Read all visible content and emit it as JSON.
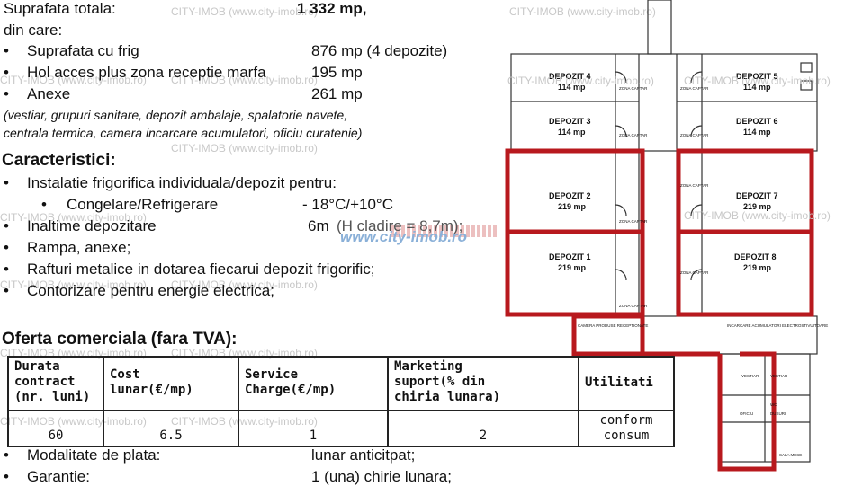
{
  "summary": {
    "total_label": "Suprafata totala:",
    "total_value": "1 332 mp,",
    "din_care": "din care:",
    "items": [
      {
        "label": "Suprafata cu frig",
        "value": "876 mp (4 depozite)"
      },
      {
        "label": "Hol acces plus zona receptie marfa",
        "value": "195 mp"
      },
      {
        "label": "Anexe",
        "value": "261 mp"
      }
    ],
    "note_line1": "(vestiar, grupuri sanitare, depozit ambalaje, spalatorie navete,",
    "note_line2": "centrala termica, camera incarcare acumulatori, oficiu curatenie)"
  },
  "characteristics": {
    "title": "Caracteristici:",
    "items": [
      {
        "text": "Instalatie frigorifica individuala/depozit pentru:",
        "value": ""
      },
      {
        "text": "Congelare/Refrigerare",
        "value": "- 18°C/+10°C"
      },
      {
        "text": "Inaltime depozitare",
        "value": "6m",
        "value_gray": "(H cladire = 8,7m);"
      },
      {
        "text": "Rampa, anexe;",
        "value": ""
      },
      {
        "text": "Rafturi metalice in dotarea fiecarui depozit frigorific;",
        "value": ""
      },
      {
        "text": "Contorizare pentru energie electrica;",
        "value": ""
      }
    ]
  },
  "offer": {
    "title": "Oferta comerciala (fara TVA):",
    "headers": [
      [
        "Durata",
        "contract",
        "(nr. luni)"
      ],
      [
        "Cost",
        "lunar(€/mp)"
      ],
      [
        "Service",
        "Charge(€/mp)"
      ],
      [
        "Marketing",
        "suport(% din",
        "chiria lunara)"
      ],
      [
        "Utilitati"
      ]
    ],
    "values": [
      "60",
      "6.5",
      "1",
      "2",
      "conform consum"
    ]
  },
  "payment": {
    "items": [
      {
        "label": "Modalitate de plata:",
        "value": "lunar anticitpat;"
      },
      {
        "label": "Garantie:",
        "value": "1 (una) chirie lunara;"
      }
    ]
  },
  "watermark": {
    "text": "CITY-IMOB (www.city-imob.ro)",
    "logo": "www.city-imob.ro"
  },
  "plan": {
    "rooms": [
      {
        "name": "DEPOZIT 4",
        "area": "114 mp"
      },
      {
        "name": "DEPOZIT 5",
        "area": "114 mp"
      },
      {
        "name": "DEPOZIT 3",
        "area": "114 mp"
      },
      {
        "name": "DEPOZIT 6",
        "area": "114 mp"
      },
      {
        "name": "DEPOZIT 2",
        "area": "219 mp"
      },
      {
        "name": "DEPOZIT 7",
        "area": "219 mp"
      },
      {
        "name": "DEPOZIT 1",
        "area": "219 mp"
      },
      {
        "name": "DEPOZIT 8",
        "area": "219 mp"
      }
    ],
    "zone_label": "ZONA CAPTAR",
    "camera_label": "CAMERA PRODUSE RECEPTIONATE",
    "incarcare_label": "INCARCARE ACUMULATORI ELECTROSTIVUITOARE",
    "small_labels": [
      "VESTIAR",
      "OFICIU",
      "VESTIAR",
      "WC",
      "DUSURI",
      "SALA MESE"
    ]
  },
  "colors": {
    "highlight": "#b8191e",
    "wall": "#333333",
    "watermark": "#c8c8c8"
  }
}
